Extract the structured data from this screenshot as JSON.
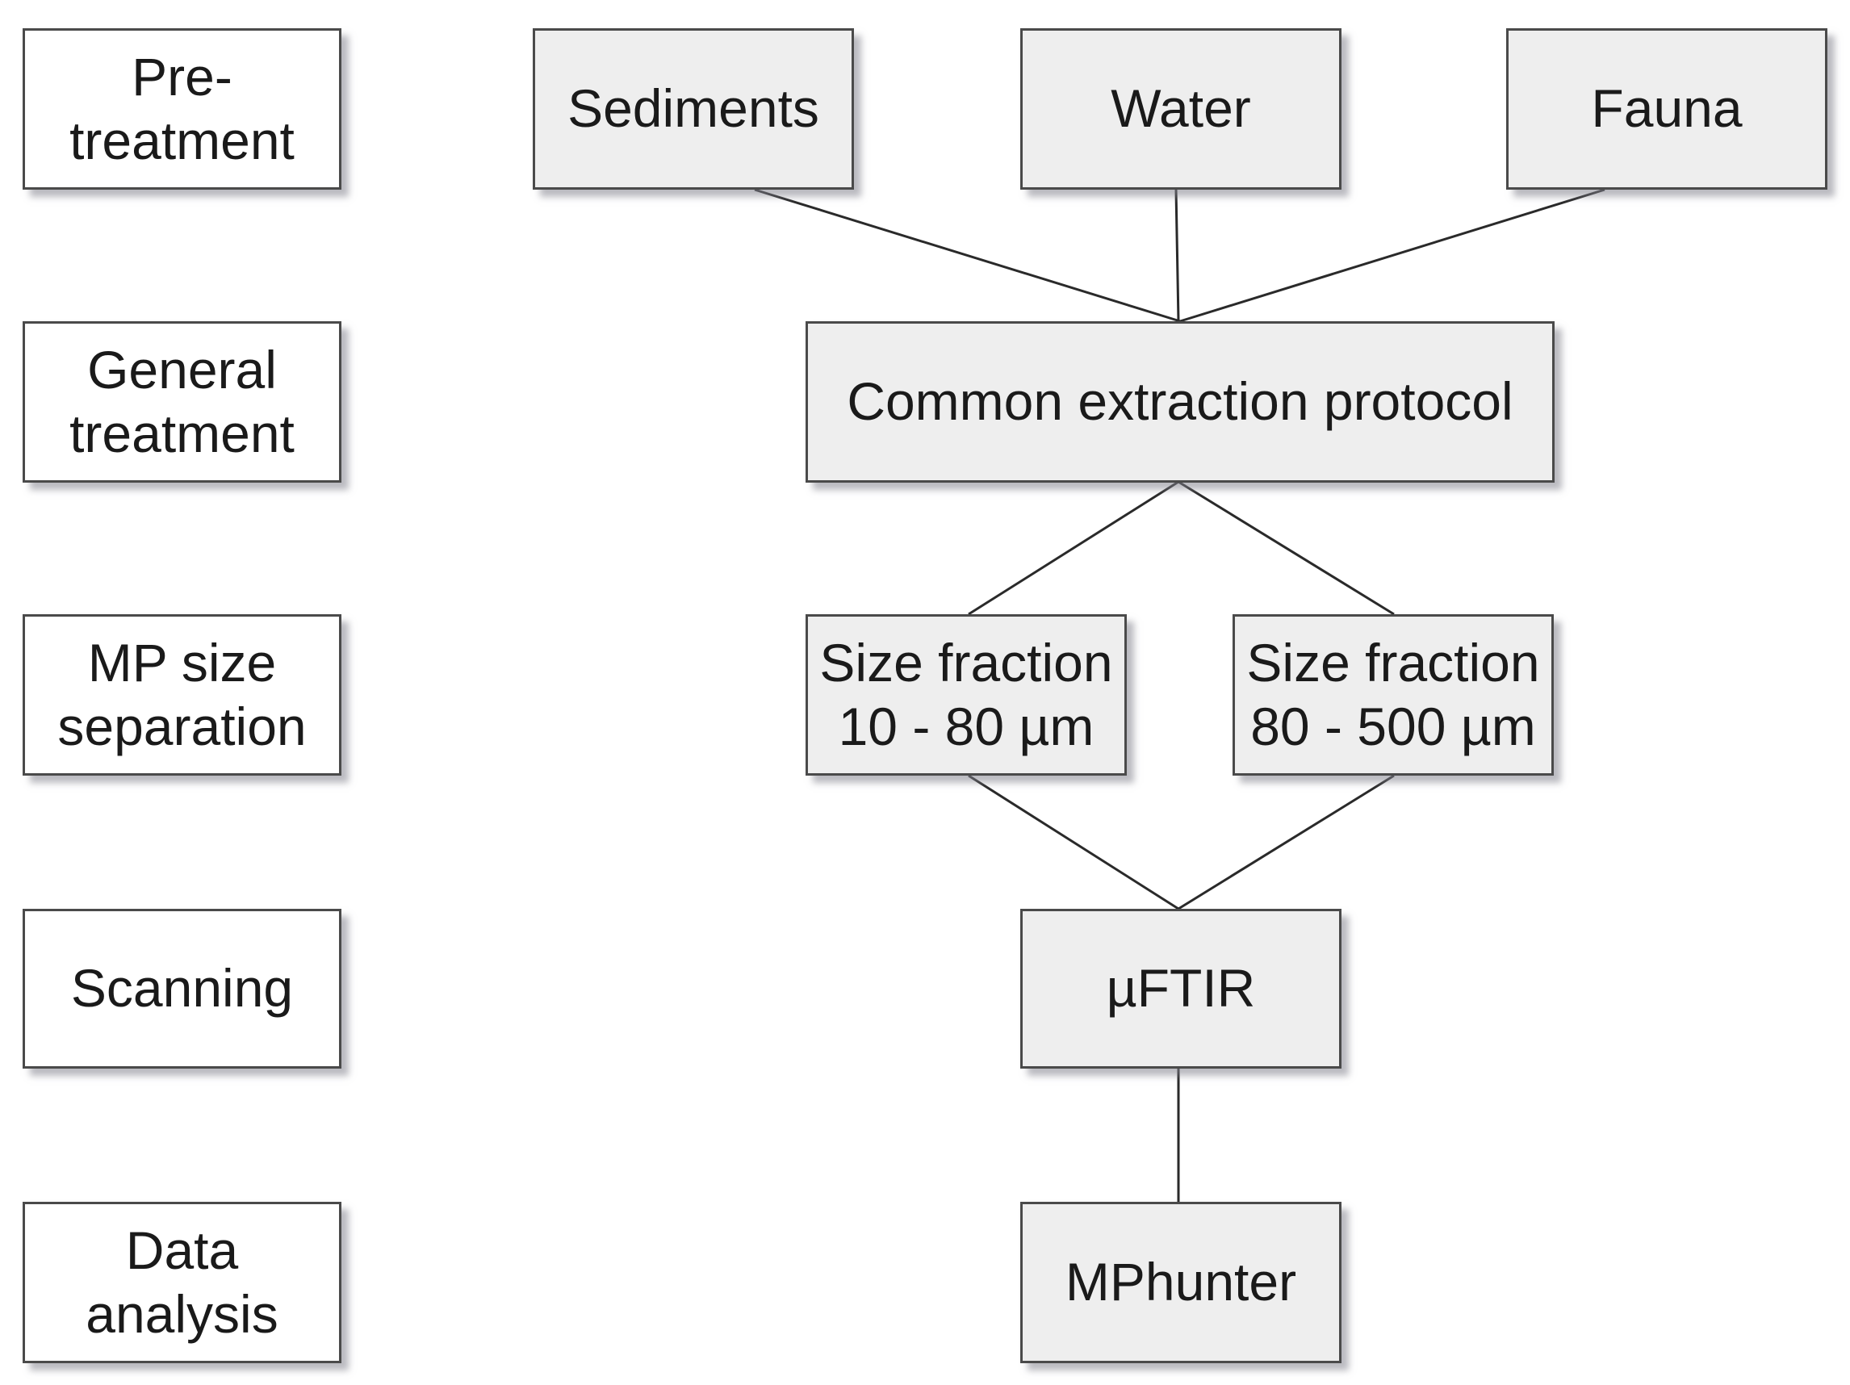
{
  "stages": [
    {
      "id": "pre-treatment",
      "label": "Pre-\ntreatment"
    },
    {
      "id": "general-treatment",
      "label": "General\ntreatment"
    },
    {
      "id": "mp-size-separation",
      "label": "MP size\nseparation"
    },
    {
      "id": "scanning",
      "label": "Scanning"
    },
    {
      "id": "data-analysis",
      "label": "Data\nanalysis"
    }
  ],
  "nodes": {
    "sediments": "Sediments",
    "water": "Water",
    "fauna": "Fauna",
    "common_extraction": "Common extraction protocol",
    "size_fraction_small": "Size fraction\n10 - 80 µm",
    "size_fraction_large": "Size fraction\n80 - 500 µm",
    "uftir": "µFTIR",
    "mphunter": "MPhunter"
  },
  "edges": [
    [
      "sediments",
      "common_extraction"
    ],
    [
      "water",
      "common_extraction"
    ],
    [
      "fauna",
      "common_extraction"
    ],
    [
      "common_extraction",
      "size_fraction_small"
    ],
    [
      "common_extraction",
      "size_fraction_large"
    ],
    [
      "size_fraction_small",
      "uftir"
    ],
    [
      "size_fraction_large",
      "uftir"
    ],
    [
      "uftir",
      "mphunter"
    ]
  ],
  "colors": {
    "step_fill": "#eeeeee",
    "label_fill": "#ffffff",
    "border": "#4a4a4a",
    "connector": "#2a2a2a"
  }
}
